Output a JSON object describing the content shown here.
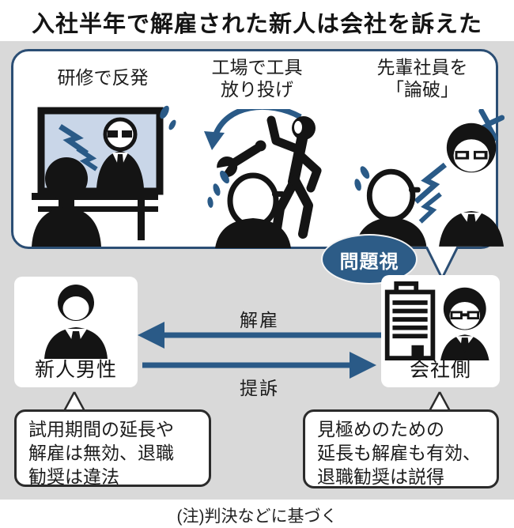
{
  "title": "入社半年で解雇された新人は会社を訴えた",
  "problem_box": {
    "badge": "問題視",
    "scenes": [
      {
        "id": "training",
        "lines": [
          "研修で反発",
          ""
        ]
      },
      {
        "id": "factory",
        "lines": [
          "工場で工具",
          "放り投げ"
        ]
      },
      {
        "id": "senior",
        "lines": [
          "先輩社員を",
          "「論破」"
        ]
      }
    ]
  },
  "relationship": {
    "dismissal_label": "解雇",
    "lawsuit_label": "提訴"
  },
  "actors": {
    "new_employee": {
      "label": "新人男性",
      "claim_lines": [
        "試用期間の延長や",
        "解雇は無効、退職",
        "勧奨は違法"
      ]
    },
    "company": {
      "label": "会社側",
      "claim_lines": [
        "見極めのための",
        "延長も解雇も有効、",
        "退職勧奨は説得"
      ]
    }
  },
  "footer_note": "(注)判決などに基づく",
  "colors": {
    "background_gray": "#d9d9d9",
    "accent_navy": "#2a5a87",
    "box_border_navy": "#2b4e74",
    "badge_navy": "#2d5c87",
    "screen_blue": "#c9d6e8",
    "ink": "#141414"
  }
}
